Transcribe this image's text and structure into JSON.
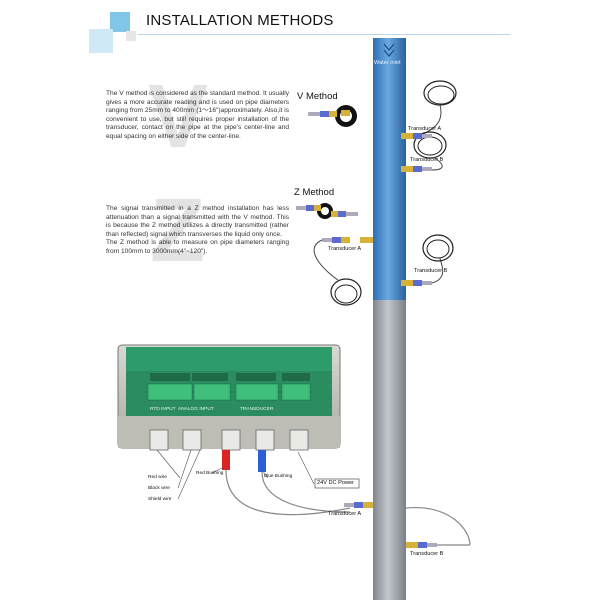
{
  "header": {
    "title": "INSTALLATION METHODS",
    "accent_color": "#7fc6e8",
    "accent_light": "#cfe9f6"
  },
  "v_method": {
    "watermark": "V",
    "paragraph": "The V method is considered as the standard method. It usually gives a more accurate reading and is used on pipe diameters ranging from 25mm to 400mm (1～16\")approximately. Also,it is convenient to use, but still requires proper installation of the transducer, contact on the pipe at the pipe's center-line and equal spacing on either side of the center-line.",
    "heading": "V Method"
  },
  "z_method": {
    "watermark": "Z",
    "paragraph": "The signal transmitted in a Z method installation has less attenuation than a signal transmitted with the V method. This is because the Z method utilizes a directly transmitted (rather than reflected) signal which transverses the liquid only once.\nThe Z method is able to measure on pipe diameters ranging from 100mm to 3000mm(4\"~120\").",
    "heading": "Z Method"
  },
  "pipe": {
    "water_inlet": "Water inlet",
    "transducer_a": "Transducer A",
    "transducer_b": "Transducer B",
    "transducer_a_z": "Transducer A",
    "transducer_b_z": "Transducer B",
    "pipe_color": "#3f82c9",
    "pipe_lower_color": "#9a9fa6"
  },
  "wiring": {
    "red_wire": "Red wire",
    "black_wire": "Black wire",
    "shield_wire": "Shield wire",
    "red_bushing": "Red Bushing",
    "blue_bushing": "Blue Bushing",
    "power": "24V DC Power",
    "transducer_a": "Transducer A",
    "transducer_b": "Transducer B",
    "board_label_1": "RTD INPUT",
    "board_label_2": "ANALOG INPUT",
    "board_label_3": "TRANSDUCER",
    "board_color": "#2e9b6a"
  }
}
